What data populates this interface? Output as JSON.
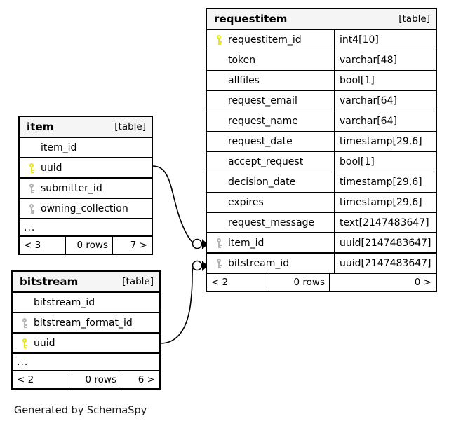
{
  "diagram": {
    "caption": "Generated by SchemaSpy",
    "table_tag": "[table]",
    "colors": {
      "primary_key": "#e8e81c",
      "foreign_key": "#b5b5b5",
      "border": "#000000",
      "header_bg": "#f5f5f5",
      "background": "#ffffff"
    }
  },
  "tables": {
    "requestitem": {
      "name": "requestitem",
      "tag": "[table]",
      "columns": [
        {
          "key": "primary",
          "name": "requestitem_id",
          "type": "int4[10]"
        },
        {
          "key": "none",
          "name": "token",
          "type": "varchar[48]"
        },
        {
          "key": "none",
          "name": "allfiles",
          "type": "bool[1]"
        },
        {
          "key": "none",
          "name": "request_email",
          "type": "varchar[64]"
        },
        {
          "key": "none",
          "name": "request_name",
          "type": "varchar[64]"
        },
        {
          "key": "none",
          "name": "request_date",
          "type": "timestamp[29,6]"
        },
        {
          "key": "none",
          "name": "accept_request",
          "type": "bool[1]"
        },
        {
          "key": "none",
          "name": "decision_date",
          "type": "timestamp[29,6]"
        },
        {
          "key": "none",
          "name": "expires",
          "type": "timestamp[29,6]"
        },
        {
          "key": "none",
          "name": "request_message",
          "type": "text[2147483647]"
        },
        {
          "key": "foreign",
          "name": "item_id",
          "type": "uuid[2147483647]"
        },
        {
          "key": "foreign",
          "name": "bitstream_id",
          "type": "uuid[2147483647]"
        }
      ],
      "footer": {
        "left": "< 2",
        "middle": "0 rows",
        "right": "0 >"
      }
    },
    "item": {
      "name": "item",
      "tag": "[table]",
      "columns": [
        {
          "key": "none",
          "name": "item_id",
          "type": ""
        },
        {
          "key": "primary",
          "name": "uuid",
          "type": ""
        },
        {
          "key": "foreign",
          "name": "submitter_id",
          "type": ""
        },
        {
          "key": "foreign",
          "name": "owning_collection",
          "type": ""
        }
      ],
      "more": "...",
      "footer": {
        "left": "< 3",
        "middle": "0 rows",
        "right": "7 >"
      }
    },
    "bitstream": {
      "name": "bitstream",
      "tag": "[table]",
      "columns": [
        {
          "key": "none",
          "name": "bitstream_id",
          "type": ""
        },
        {
          "key": "foreign",
          "name": "bitstream_format_id",
          "type": ""
        },
        {
          "key": "primary",
          "name": "uuid",
          "type": ""
        }
      ],
      "more": "...",
      "footer": {
        "left": "< 2",
        "middle": "0 rows",
        "right": "6 >"
      }
    }
  },
  "relationships": [
    {
      "from_table": "item",
      "from_column": "uuid",
      "to_table": "requestitem",
      "to_column": "item_id"
    },
    {
      "from_table": "bitstream",
      "from_column": "uuid",
      "to_table": "requestitem",
      "to_column": "bitstream_id"
    }
  ]
}
